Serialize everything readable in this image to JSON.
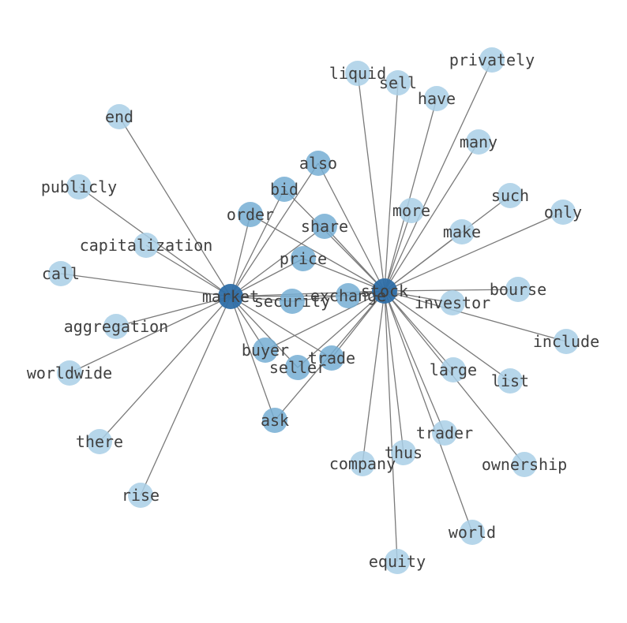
{
  "graph": {
    "hubs": [
      "market",
      "stock"
    ],
    "nodes": [
      {
        "id": "market",
        "label": "market",
        "degree": "hub"
      },
      {
        "id": "stock",
        "label": "stock",
        "degree": "hub"
      },
      {
        "id": "exchange",
        "label": "exchange",
        "degree": "mid"
      },
      {
        "id": "security",
        "label": "security",
        "degree": "mid"
      },
      {
        "id": "share",
        "label": "share",
        "degree": "mid"
      },
      {
        "id": "price",
        "label": "price",
        "degree": "mid"
      },
      {
        "id": "bid",
        "label": "bid",
        "degree": "mid"
      },
      {
        "id": "order",
        "label": "order",
        "degree": "mid"
      },
      {
        "id": "also",
        "label": "also",
        "degree": "mid"
      },
      {
        "id": "buyer",
        "label": "buyer",
        "degree": "mid"
      },
      {
        "id": "seller",
        "label": "seller",
        "degree": "mid"
      },
      {
        "id": "trade",
        "label": "trade",
        "degree": "mid"
      },
      {
        "id": "ask",
        "label": "ask",
        "degree": "mid"
      },
      {
        "id": "end",
        "label": "end",
        "degree": "leaf"
      },
      {
        "id": "publicly",
        "label": "publicly",
        "degree": "leaf"
      },
      {
        "id": "capitalization",
        "label": "capitalization",
        "degree": "leaf"
      },
      {
        "id": "call",
        "label": "call",
        "degree": "leaf"
      },
      {
        "id": "aggregation",
        "label": "aggregation",
        "degree": "leaf"
      },
      {
        "id": "worldwide",
        "label": "worldwide",
        "degree": "leaf"
      },
      {
        "id": "there",
        "label": "there",
        "degree": "leaf"
      },
      {
        "id": "rise",
        "label": "rise",
        "degree": "leaf"
      },
      {
        "id": "liquid",
        "label": "liquid",
        "degree": "leaf"
      },
      {
        "id": "sell",
        "label": "sell",
        "degree": "leaf"
      },
      {
        "id": "have",
        "label": "have",
        "degree": "leaf"
      },
      {
        "id": "privately",
        "label": "privately",
        "degree": "leaf"
      },
      {
        "id": "many",
        "label": "many",
        "degree": "leaf"
      },
      {
        "id": "such",
        "label": "such",
        "degree": "leaf"
      },
      {
        "id": "only",
        "label": "only",
        "degree": "leaf"
      },
      {
        "id": "more",
        "label": "more",
        "degree": "leaf"
      },
      {
        "id": "make",
        "label": "make",
        "degree": "leaf"
      },
      {
        "id": "bourse",
        "label": "bourse",
        "degree": "leaf"
      },
      {
        "id": "investor",
        "label": "investor",
        "degree": "leaf"
      },
      {
        "id": "include",
        "label": "include",
        "degree": "leaf"
      },
      {
        "id": "large",
        "label": "large",
        "degree": "leaf"
      },
      {
        "id": "list",
        "label": "list",
        "degree": "leaf"
      },
      {
        "id": "trader",
        "label": "trader",
        "degree": "leaf"
      },
      {
        "id": "thus",
        "label": "thus",
        "degree": "leaf"
      },
      {
        "id": "company",
        "label": "company",
        "degree": "leaf"
      },
      {
        "id": "ownership",
        "label": "ownership",
        "degree": "leaf"
      },
      {
        "id": "world",
        "label": "world",
        "degree": "leaf"
      },
      {
        "id": "equity",
        "label": "equity",
        "degree": "leaf"
      }
    ],
    "edges": [
      [
        "market",
        "end"
      ],
      [
        "market",
        "publicly"
      ],
      [
        "market",
        "capitalization"
      ],
      [
        "market",
        "call"
      ],
      [
        "market",
        "aggregation"
      ],
      [
        "market",
        "worldwide"
      ],
      [
        "market",
        "there"
      ],
      [
        "market",
        "rise"
      ],
      [
        "market",
        "order"
      ],
      [
        "market",
        "bid"
      ],
      [
        "market",
        "also"
      ],
      [
        "market",
        "price"
      ],
      [
        "market",
        "share"
      ],
      [
        "market",
        "security"
      ],
      [
        "market",
        "exchange"
      ],
      [
        "market",
        "buyer"
      ],
      [
        "market",
        "seller"
      ],
      [
        "market",
        "trade"
      ],
      [
        "market",
        "ask"
      ],
      [
        "market",
        "stock"
      ],
      [
        "stock",
        "liquid"
      ],
      [
        "stock",
        "sell"
      ],
      [
        "stock",
        "have"
      ],
      [
        "stock",
        "privately"
      ],
      [
        "stock",
        "many"
      ],
      [
        "stock",
        "such"
      ],
      [
        "stock",
        "only"
      ],
      [
        "stock",
        "more"
      ],
      [
        "stock",
        "make"
      ],
      [
        "stock",
        "bourse"
      ],
      [
        "stock",
        "investor"
      ],
      [
        "stock",
        "include"
      ],
      [
        "stock",
        "large"
      ],
      [
        "stock",
        "list"
      ],
      [
        "stock",
        "ownership"
      ],
      [
        "stock",
        "trader"
      ],
      [
        "stock",
        "thus"
      ],
      [
        "stock",
        "company"
      ],
      [
        "stock",
        "world"
      ],
      [
        "stock",
        "equity"
      ],
      [
        "stock",
        "exchange"
      ],
      [
        "stock",
        "security"
      ],
      [
        "stock",
        "share"
      ],
      [
        "stock",
        "price"
      ],
      [
        "stock",
        "bid"
      ],
      [
        "stock",
        "order"
      ],
      [
        "stock",
        "also"
      ],
      [
        "stock",
        "buyer"
      ],
      [
        "stock",
        "seller"
      ],
      [
        "stock",
        "trade"
      ],
      [
        "stock",
        "ask"
      ]
    ]
  },
  "colors": {
    "hub": "#2f6fa8",
    "mid": "#76aed4",
    "leaf": "#a9cfe6",
    "edge": "#7a7a7a",
    "text": "#404040"
  }
}
